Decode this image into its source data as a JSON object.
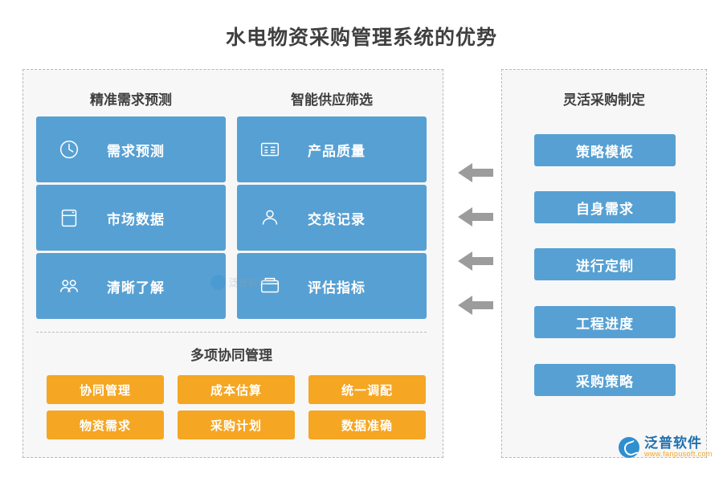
{
  "page": {
    "title": "水电物资采购管理系统的优势"
  },
  "left_panel": {
    "columns": [
      {
        "heading": "精准需求预测",
        "cards": [
          {
            "label": "需求预测",
            "icon": "clock-icon"
          },
          {
            "label": "市场数据",
            "icon": "database-icon"
          },
          {
            "label": "清晰了解",
            "icon": "people-icon"
          }
        ]
      },
      {
        "heading": "智能供应筛选",
        "cards": [
          {
            "label": "产品质量",
            "icon": "document-list-icon"
          },
          {
            "label": "交货记录",
            "icon": "person-icon"
          },
          {
            "label": "评估指标",
            "icon": "folder-icon"
          }
        ]
      }
    ],
    "bottom": {
      "heading": "多项协同管理",
      "tags": [
        "协同管理",
        "成本估算",
        "统一调配",
        "物资需求",
        "采购计划",
        "数据准确"
      ]
    }
  },
  "right_panel": {
    "heading": "灵活采购制定",
    "cards": [
      "策略模板",
      "自身需求",
      "进行定制",
      "工程进度",
      "采购策略"
    ]
  },
  "arrows": {
    "count": 4,
    "direction": "left",
    "icon": "arrow-left-icon"
  },
  "watermark": {
    "text": "泛普软件"
  },
  "logo": {
    "name": "泛普软件",
    "url": "www.fanpusoft.com"
  },
  "colors": {
    "blue": "#57a0d3",
    "orange": "#f5a623",
    "panel_bg": "#f7f7f7",
    "panel_border": "#b9b9b9",
    "title_text": "#3f3f3f",
    "arrow": "#9c9c9c"
  }
}
